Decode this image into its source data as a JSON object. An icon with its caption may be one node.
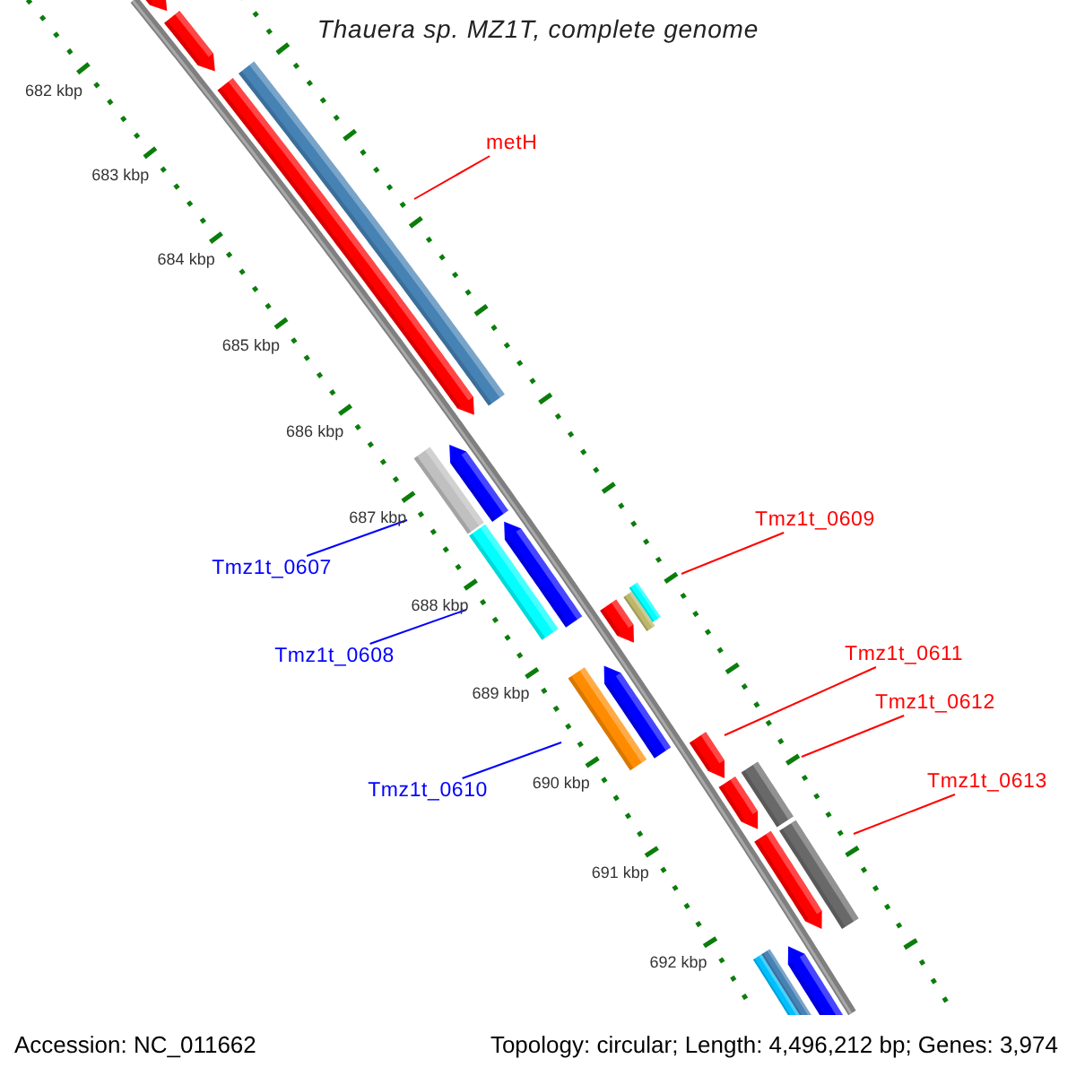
{
  "diagram": {
    "title": "Thauera sp. MZ1T, complete genome",
    "nodes": [
      {
        "text": [
          "metH"
        ]
      },
      {
        "text": [
          "Tmz1t_0609"
        ]
      },
      {
        "text": [
          "Tmz1t_0607"
        ]
      },
      {
        "text": [
          "Tmz1t_0611"
        ]
      },
      {
        "text": [
          "Tmz1t_0608"
        ]
      },
      {
        "text": [
          "Tmz1t_0612"
        ]
      },
      {
        "text": [
          "Tmz1t_0613"
        ]
      },
      {
        "text": [
          "Tmz1t_0610"
        ]
      },
      {
        "text": [],
        "shape": "arrow"
      },
      {
        "text": [],
        "shape": "arrow"
      },
      {
        "text": [],
        "shape": "arrow"
      },
      {
        "text": [],
        "shape": "bar"
      },
      {
        "text": [],
        "shape": "bar"
      },
      {
        "text": [],
        "shape": "arrow"
      },
      {
        "text": [],
        "shape": "bar"
      },
      {
        "text": [],
        "shape": "arrow"
      },
      {
        "text": [],
        "shape": "bar"
      },
      {
        "text": [],
        "shape": "arrow"
      },
      {
        "text": [],
        "shape": "bar"
      },
      {
        "text": [],
        "shape": "bar"
      },
      {
        "text": [],
        "shape": "arrow"
      },
      {
        "text": [],
        "shape": "arrow"
      },
      {
        "text": [],
        "shape": "arrow"
      },
      {
        "text": [],
        "shape": "bar"
      },
      {
        "text": [],
        "shape": "arrow"
      },
      {
        "text": [],
        "shape": "bar"
      },
      {
        "text": [],
        "shape": "bar"
      },
      {
        "text": [],
        "shape": "bar"
      },
      {
        "text": [],
        "shape": "arrow"
      }
    ],
    "edges": [
      {
        "from": 0,
        "to": 11,
        "arrow": "none"
      },
      {
        "from": 1,
        "to": 16,
        "arrow": "none"
      },
      {
        "from": 2,
        "to": 12,
        "arrow": "none",
        "color": "#0000ff"
      },
      {
        "from": 3,
        "to": 21,
        "arrow": "none"
      },
      {
        "from": 4,
        "to": 14,
        "arrow": "none",
        "color": "#0000ff"
      },
      {
        "from": 5,
        "to": 23,
        "arrow": "none"
      },
      {
        "from": 6,
        "to": 25,
        "arrow": "none"
      },
      {
        "from": 7,
        "to": 19,
        "arrow": "none",
        "color": "#0000ff"
      }
    ],
    "labels": [
      "682 kbp",
      "683 kbp",
      "684 kbp",
      "685 kbp",
      "686 kbp",
      "687 kbp",
      "688 kbp",
      "689 kbp",
      "690 kbp",
      "691 kbp",
      "692 kbp",
      "Accession: NC_011662",
      "Topology: circular; Length: 4,496,212 bp; Genes: 3,974"
    ]
  }
}
